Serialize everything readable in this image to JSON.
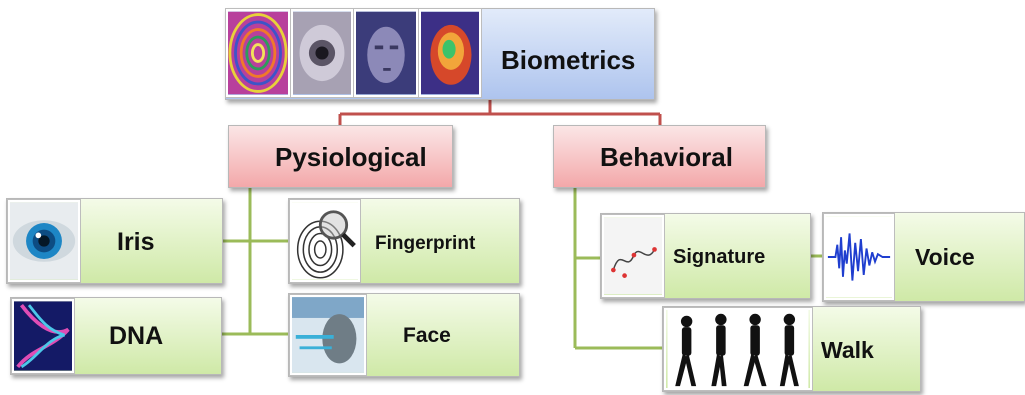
{
  "root": {
    "label": "Biometrics"
  },
  "branches": [
    {
      "label": "Pysiological"
    },
    {
      "label": "Behavioral"
    }
  ],
  "physiological": {
    "iris": "Iris",
    "dna": "DNA",
    "fingerprint": "Fingerprint",
    "face": "Face"
  },
  "behavioral": {
    "signature": "Signature",
    "voice": "Voice",
    "walk": "Walk"
  },
  "colors": {
    "root_fill": "#aec4ee",
    "branch_fill": "#f3a8aa",
    "leaf_fill": "#cfe9a7",
    "root_connector": "#c0504d",
    "leaf_connector": "#9bbb59"
  }
}
